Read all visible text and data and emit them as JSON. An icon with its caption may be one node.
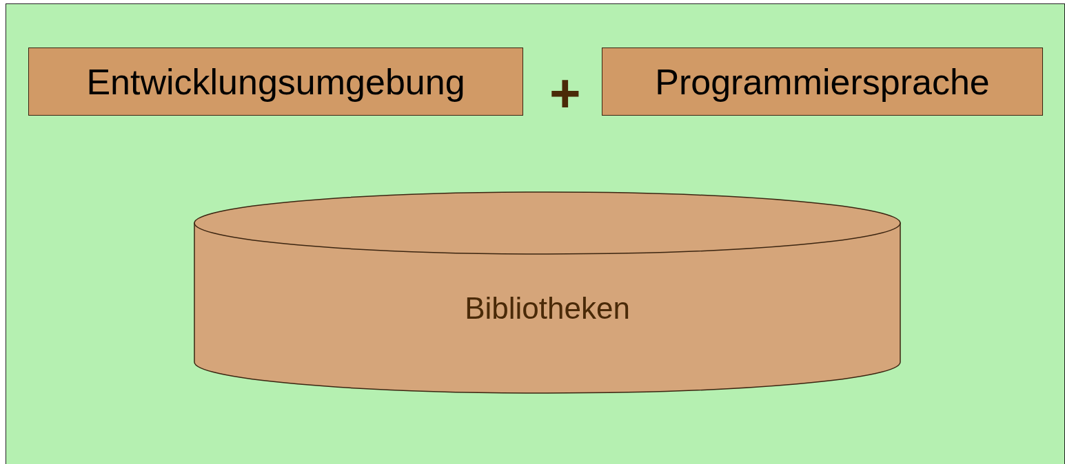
{
  "diagram": {
    "nodes": [
      {
        "text": [],
        "shape": "box"
      },
      {
        "text": [
          "Entwicklungsumgebung"
        ],
        "in": 0
      },
      {
        "text": [
          "Programmiersprache"
        ],
        "in": 0
      },
      {
        "text": [
          "Bibliotheken"
        ],
        "in": 0
      }
    ],
    "labels": [
      "+"
    ]
  }
}
